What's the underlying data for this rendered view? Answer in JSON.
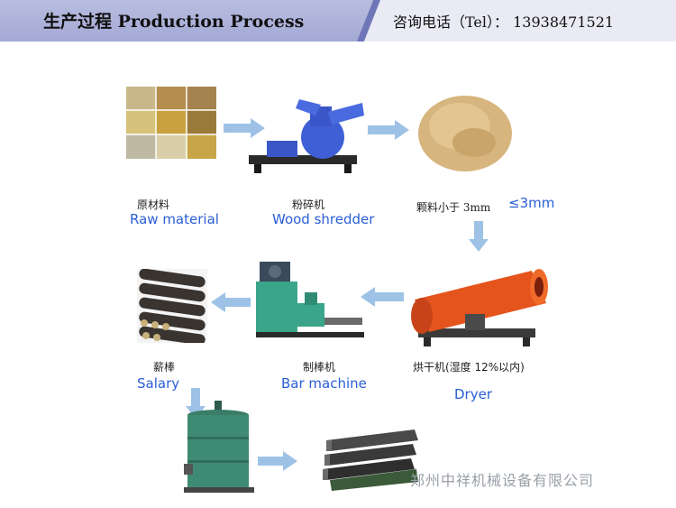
{
  "header": {
    "title": "生产过程 Production Process",
    "phone": "咨询电话（Tel）： 13938471521"
  },
  "steps": {
    "raw_material": {
      "label_cn": "原材料",
      "label_en": "Raw material"
    },
    "wood_shredder": {
      "label_cn": "粉碎机",
      "label_en": "Wood shredder"
    },
    "particle": {
      "label_cn": "颗料小于 3mm",
      "label_en": "≤3mm"
    },
    "dryer": {
      "label_cn": "烘干机(湿度 12%以内)",
      "label_en": "Dryer"
    },
    "bar_machine": {
      "label_cn": "制棒机",
      "label_en": "Bar machine"
    },
    "salary": {
      "label_cn": "薪棒",
      "label_en": "Salary"
    }
  },
  "footer": {
    "company": "郑州中祥机械设备有限公司"
  },
  "colors": {
    "arrow": "#9ec2e6",
    "label_en": "#2a5ed6",
    "dryer": "#e5541d",
    "machine": "#3aa58a"
  }
}
